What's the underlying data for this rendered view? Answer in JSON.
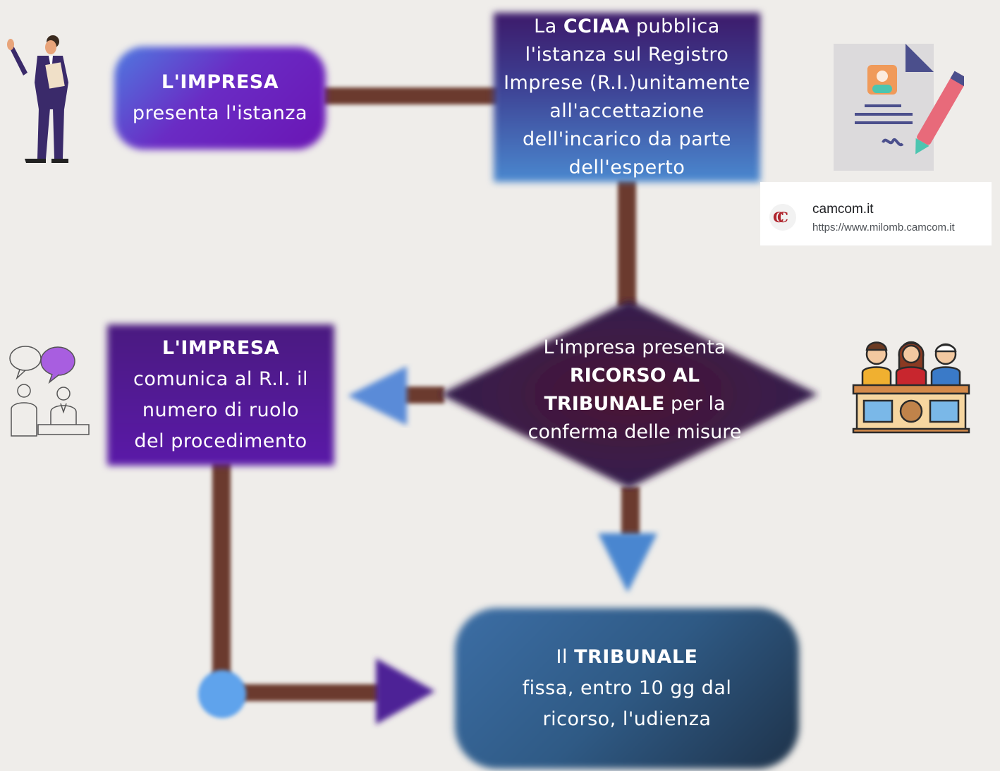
{
  "colors": {
    "background": "#efedea",
    "connector": "#6b3a2e",
    "purple": "#6a15b4",
    "blue": "#4a88cf",
    "dark_diamond": "#3a1a4e"
  },
  "steps": {
    "impresa_presenta": {
      "title": "L'IMPRESA",
      "text": "presenta l'istanza"
    },
    "cciaa_pubblica": {
      "lines": [
        {
          "pre": "La ",
          "bold": "CCIAA",
          "post": " pubblica"
        },
        {
          "pre": "l'istanza sul Registro",
          "bold": "",
          "post": ""
        },
        {
          "pre": "Imprese (R.I.)unitamente",
          "bold": "",
          "post": ""
        },
        {
          "pre": "all'accettazione",
          "bold": "",
          "post": ""
        },
        {
          "pre": "dell'incarico da parte",
          "bold": "",
          "post": ""
        },
        {
          "pre": "dell'esperto",
          "bold": "",
          "post": ""
        }
      ]
    },
    "ricorso": {
      "line1": "L'impresa presenta",
      "line2_bold": "RICORSO AL",
      "line3_bold": "TRIBUNALE",
      "line3_rest": " per la",
      "line4": "conferma delle misure"
    },
    "impresa_comunica": {
      "title": "L'IMPRESA",
      "lines": [
        "comunica al R.I. il",
        "numero di ruolo",
        "del procedimento"
      ]
    },
    "tribunale_fissa": {
      "pre": "Il ",
      "bold": "TRIBUNALE",
      "lines": [
        "fissa, entro 10 gg dal",
        "ricorso, l'udienza"
      ]
    }
  },
  "source_card": {
    "site": "camcom.it",
    "url": "https://www.milomb.camcom.it"
  },
  "icons": {
    "presenter": "businessman-presenting-icon",
    "document": "signed-document-icon",
    "conversation": "conversation-icon",
    "court": "court-judges-icon",
    "camcom_logo": "camcom-logo-icon"
  }
}
